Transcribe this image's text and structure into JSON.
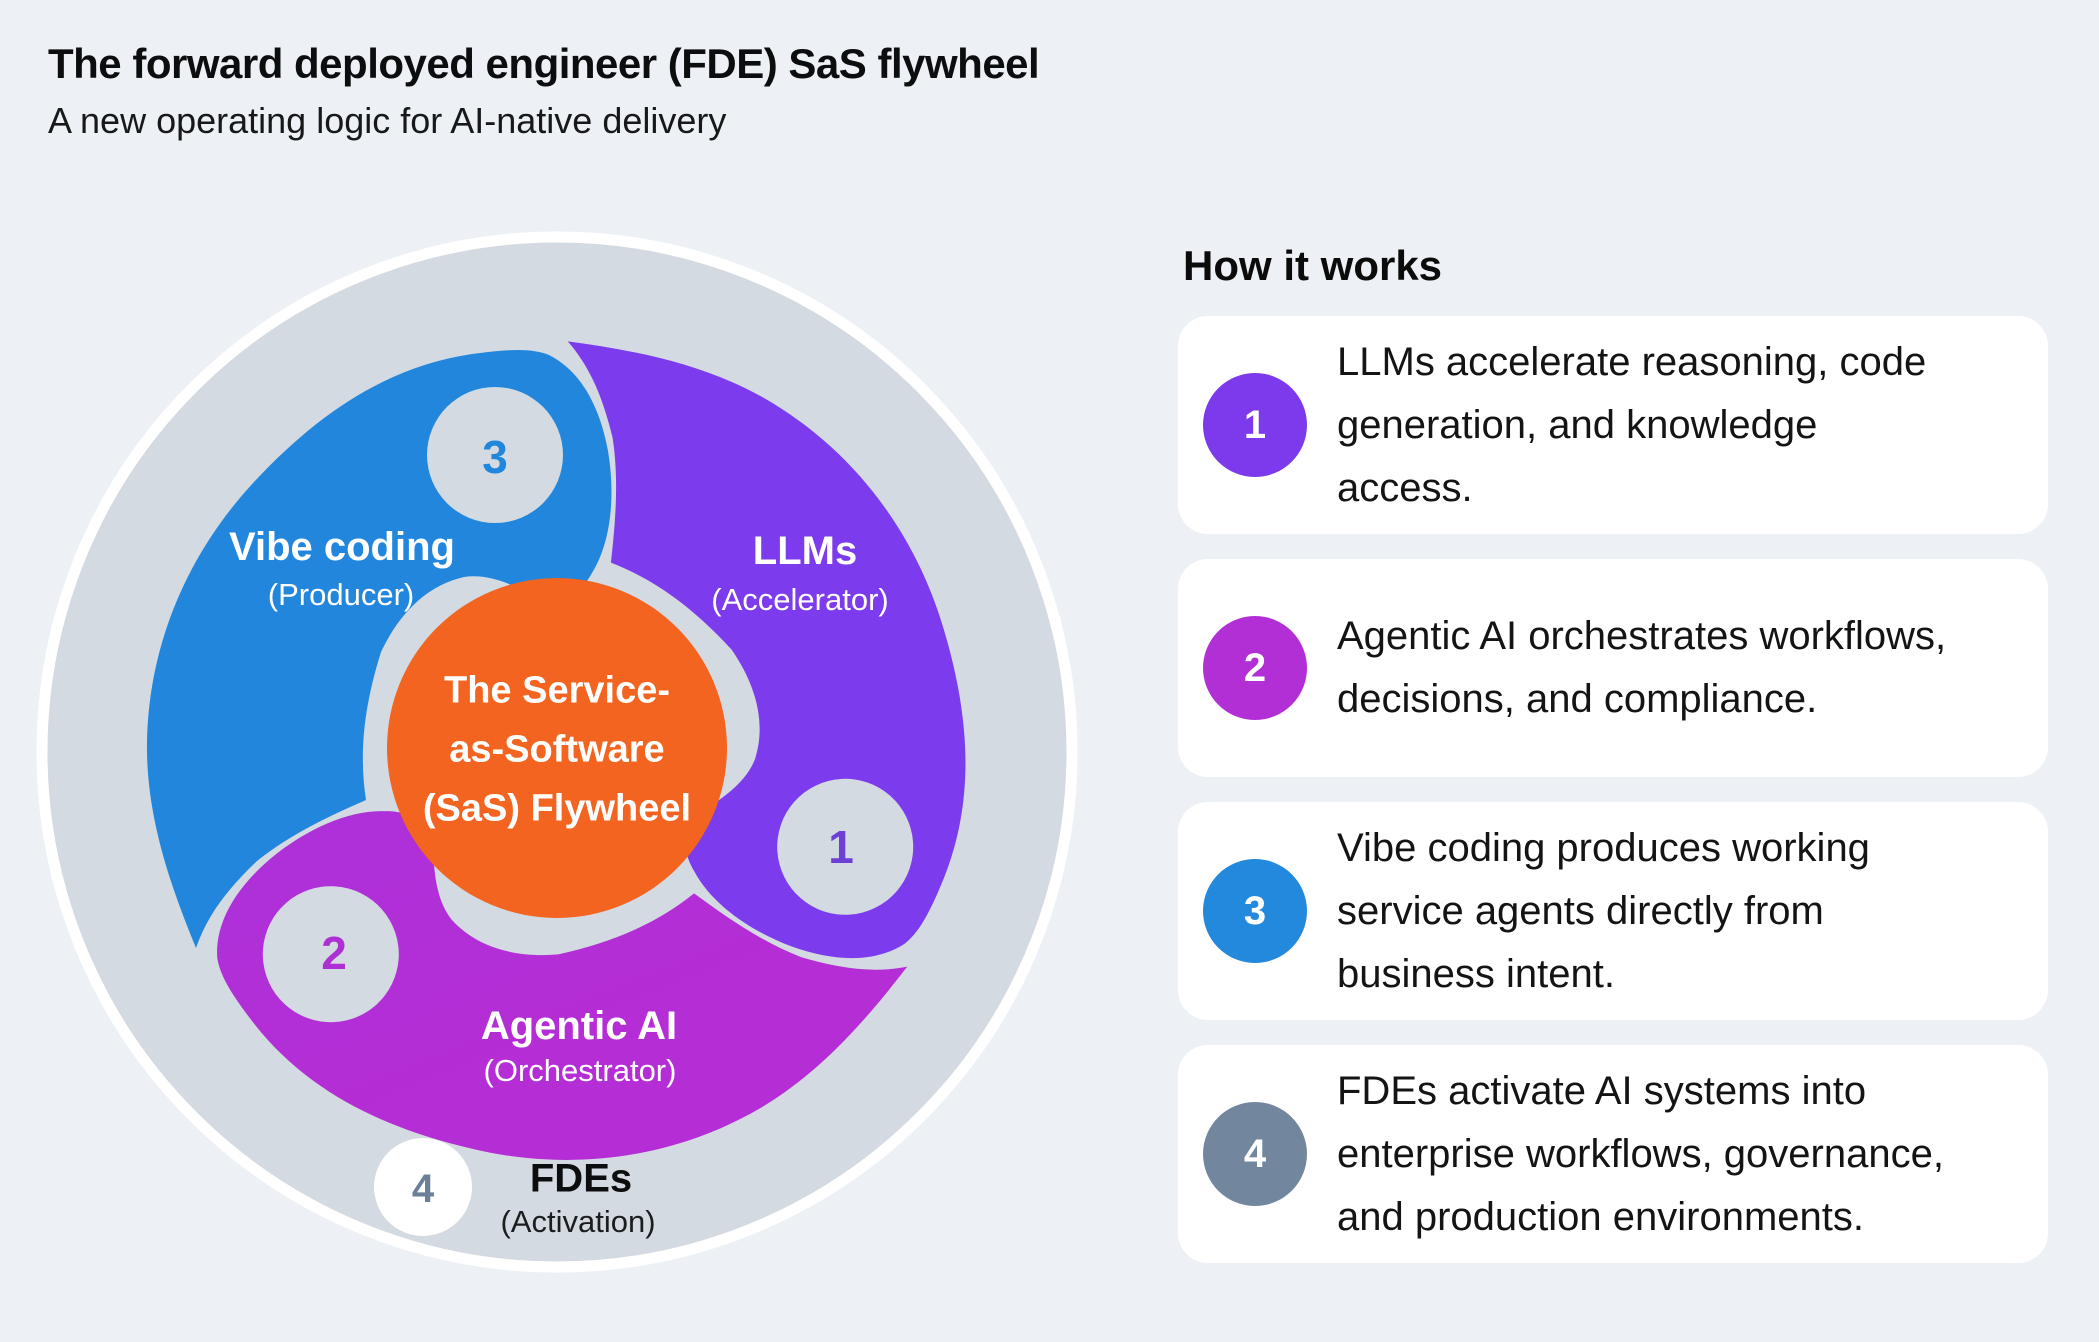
{
  "title": "The forward deployed engineer (FDE) SaS flywheel",
  "subtitle": "A new operating logic for AI-native delivery",
  "colors": {
    "background": "#edf1f6",
    "ring_gray": "#d3dae1",
    "ring_border_white": "#ffffff",
    "center_orange": "#f2641f",
    "blue": "#2287dc",
    "purple": "#7c3bec",
    "magenta": "#b22fd6",
    "slate": "#72879e",
    "card_white": "#ffffff"
  },
  "flywheel": {
    "center_label": "The Service-\nas-Software\n(SaS) Flywheel",
    "segments": [
      {
        "id": "llms",
        "label": "LLMs",
        "sublabel": "(Accelerator)",
        "number": "1",
        "color": "#7c3bec"
      },
      {
        "id": "agentic",
        "label": "Agentic AI",
        "sublabel": "(Orchestrator)",
        "number": "2",
        "color": "#b22fd6"
      },
      {
        "id": "vibe",
        "label": "Vibe coding",
        "sublabel": "(Producer)",
        "number": "3",
        "color": "#2287dc"
      },
      {
        "id": "fdes",
        "label": "FDEs",
        "sublabel": "(Activation)",
        "number": "4",
        "color": "#72879e"
      }
    ]
  },
  "how_it_works": {
    "heading": "How it works",
    "steps": [
      {
        "number": "1",
        "color": "#7c3aec",
        "text": "LLMs accelerate reasoning, code\ngeneration, and knowledge\naccess."
      },
      {
        "number": "2",
        "color": "#b22fd6",
        "text": "Agentic AI orchestrates workflows,\ndecisions, and compliance."
      },
      {
        "number": "3",
        "color": "#2389dc",
        "text": "Vibe coding produces working\nservice agents directly from\nbusiness intent."
      },
      {
        "number": "4",
        "color": "#72879e",
        "text": "FDEs activate AI systems into\nenterprise workflows, governance,\nand production environments."
      }
    ]
  }
}
